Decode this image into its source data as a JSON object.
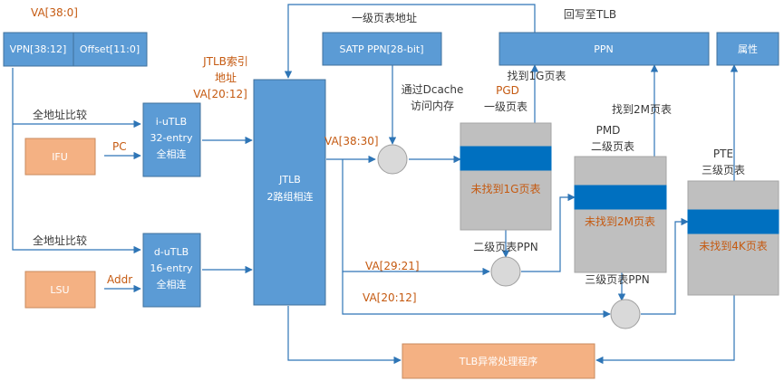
{
  "labels": {
    "va_top": "VA[38:0]",
    "vpn": "VPN[38:12]",
    "offset": "Offset[11:0]",
    "jtlb_index_1": "JTLB索引",
    "jtlb_index_2": "地址",
    "jtlb_index_3": "VA[20:12]",
    "satp_title": "一级页表地址",
    "satp": "SATP PPN[28-bit]",
    "writeback": "回写至TLB",
    "ppn": "PPN",
    "attr": "属性",
    "full_cmp_1": "全地址比较",
    "full_cmp_2": "全地址比较",
    "ifu": "IFU",
    "pc": "PC",
    "lsu": "LSU",
    "addr": "Addr",
    "iutlb_1": "i-uTLB",
    "iutlb_2": "32-entry",
    "iutlb_3": "全相连",
    "dutlb_1": "d-uTLB",
    "dutlb_2": "16-entry",
    "dutlb_3": "全相连",
    "jtlb_1": "JTLB",
    "jtlb_2": "2路组相连",
    "dcache_1": "通过Dcache",
    "dcache_2": "访问内存",
    "va_38_30": "VA[38:30]",
    "va_29_21": "VA[29:21]",
    "va_20_12": "VA[20:12]",
    "found_1g": "找到1G页表",
    "pgd_1": "PGD",
    "pgd_2": "一级页表",
    "miss_1g": "未找到1G页表",
    "l2_ppn": "二级页表PPN",
    "found_2m": "找到2M页表",
    "pmd_1": "PMD",
    "pmd_2": "二级页表",
    "miss_2m": "未找到2M页表",
    "l3_ppn": "三级页表PPN",
    "pte_1": "PTE",
    "pte_2": "三级页表",
    "miss_4k": "未找到4K页表",
    "exception": "TLB异常处理程序"
  },
  "colors": {
    "box_blue": "#5b9bd5",
    "box_orange": "#f4b183",
    "table_grey": "#bfbfbf",
    "table_highlight": "#0070c0",
    "wire": "#2e75b6",
    "label_orange": "#c55a11"
  }
}
